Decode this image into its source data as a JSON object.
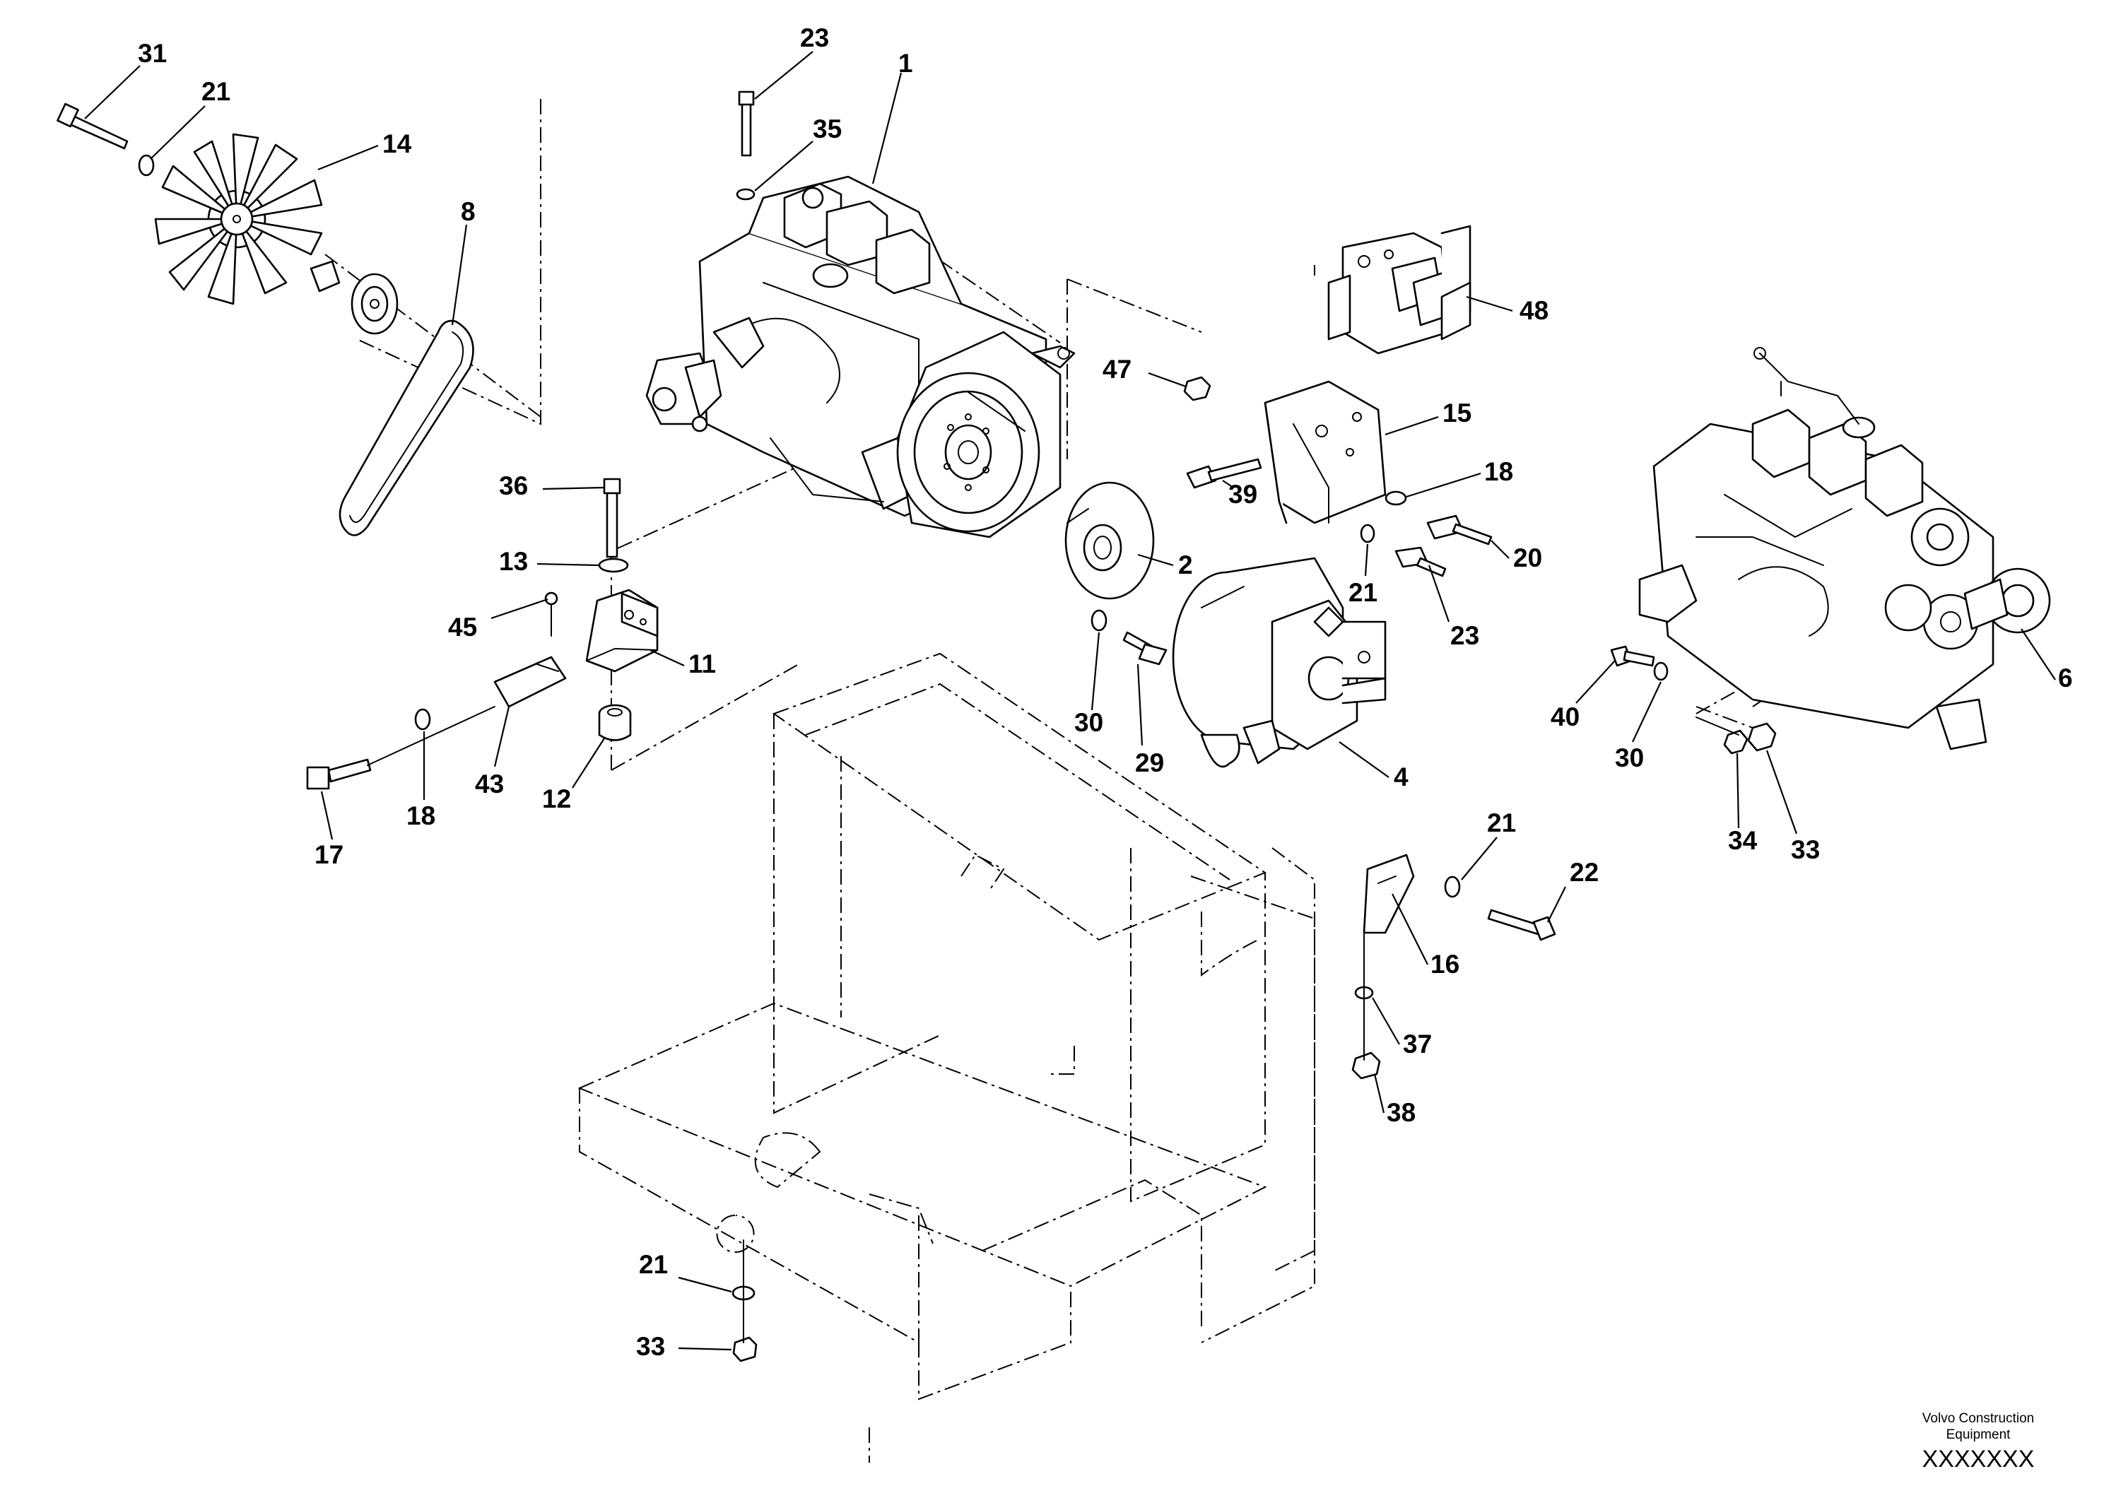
{
  "callouts": [
    {
      "id": "c1",
      "text": "1"
    },
    {
      "id": "c2",
      "text": "2"
    },
    {
      "id": "c4",
      "text": "4"
    },
    {
      "id": "c6",
      "text": "6"
    },
    {
      "id": "c8",
      "text": "8"
    },
    {
      "id": "c11",
      "text": "11"
    },
    {
      "id": "c12",
      "text": "12"
    },
    {
      "id": "c13",
      "text": "13"
    },
    {
      "id": "c14",
      "text": "14"
    },
    {
      "id": "c15",
      "text": "15"
    },
    {
      "id": "c16",
      "text": "16"
    },
    {
      "id": "c17",
      "text": "17"
    },
    {
      "id": "c18a",
      "text": "18"
    },
    {
      "id": "c18b",
      "text": "18"
    },
    {
      "id": "c20",
      "text": "20"
    },
    {
      "id": "c21a",
      "text": "21"
    },
    {
      "id": "c21b",
      "text": "21"
    },
    {
      "id": "c21c",
      "text": "21"
    },
    {
      "id": "c21d",
      "text": "21"
    },
    {
      "id": "c22",
      "text": "22"
    },
    {
      "id": "c23a",
      "text": "23"
    },
    {
      "id": "c23b",
      "text": "23"
    },
    {
      "id": "c29",
      "text": "29"
    },
    {
      "id": "c30a",
      "text": "30"
    },
    {
      "id": "c30b",
      "text": "30"
    },
    {
      "id": "c31",
      "text": "31"
    },
    {
      "id": "c33a",
      "text": "33"
    },
    {
      "id": "c33b",
      "text": "33"
    },
    {
      "id": "c34",
      "text": "34"
    },
    {
      "id": "c35",
      "text": "35"
    },
    {
      "id": "c36",
      "text": "36"
    },
    {
      "id": "c37",
      "text": "37"
    },
    {
      "id": "c38",
      "text": "38"
    },
    {
      "id": "c39",
      "text": "39"
    },
    {
      "id": "c40",
      "text": "40"
    },
    {
      "id": "c43",
      "text": "43"
    },
    {
      "id": "c45",
      "text": "45"
    },
    {
      "id": "c47",
      "text": "47"
    },
    {
      "id": "c48",
      "text": "48"
    }
  ],
  "footer": {
    "company_line1": "Volvo Construction",
    "company_line2": "Equipment",
    "drawing_code": "XXXXXXX"
  }
}
